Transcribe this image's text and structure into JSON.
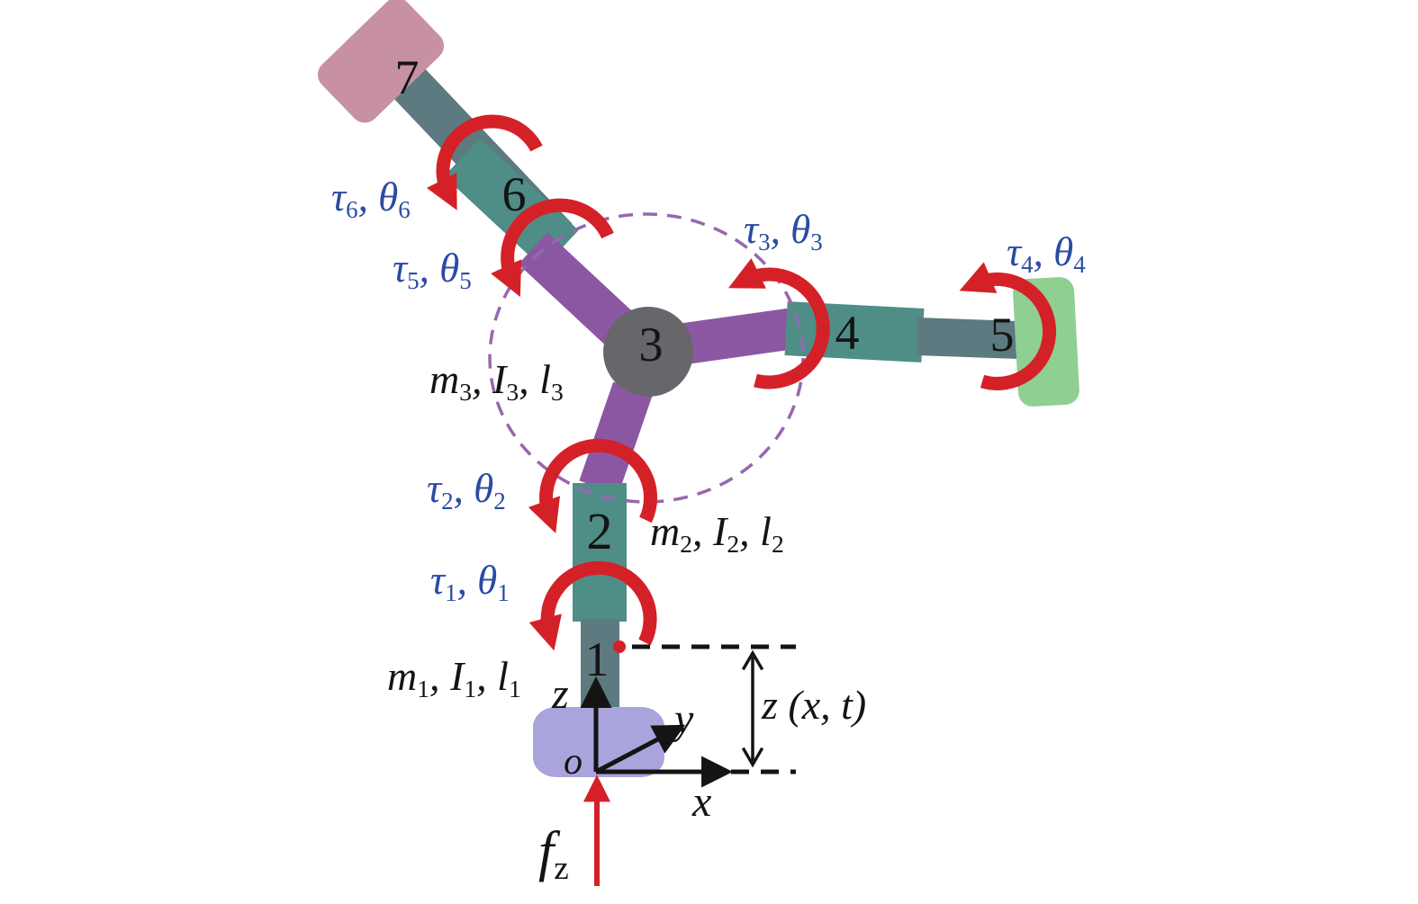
{
  "colors": {
    "link": "#5C7A80",
    "actuator": "#4F8D87",
    "spoke": "#8C57A2",
    "hub": "#67666B",
    "base": "#A9A4DC",
    "mass7": "#C791A3",
    "mass5": "#8FCF92",
    "arrow": "#D42127",
    "blue_text": "#2B4BA3",
    "black_text": "#141414",
    "dash_circle": "#9668AE"
  },
  "link_numbers": {
    "n1": "1",
    "n2": "2",
    "n3": "3",
    "n4": "4",
    "n5": "5",
    "n6": "6",
    "n7": "7"
  },
  "joint_labels": {
    "j1": {
      "p0": "τ",
      "s0": "1",
      "p1": ", θ",
      "s1": "1"
    },
    "j2": {
      "p0": "τ",
      "s0": "2",
      "p1": ", θ",
      "s1": "2"
    },
    "j3": {
      "p0": "τ",
      "s0": "3",
      "p1": ", θ",
      "s1": "3"
    },
    "j4": {
      "p0": "τ",
      "s0": "4",
      "p1": ", θ",
      "s1": "4"
    },
    "j5": {
      "p0": "τ",
      "s0": "5",
      "p1": ", θ",
      "s1": "5"
    },
    "j6": {
      "p0": "τ",
      "s0": "6",
      "p1": ", θ",
      "s1": "6"
    }
  },
  "mass_labels": {
    "m1": {
      "p0": "m",
      "s0": "1",
      "p1": ", I",
      "s1": "1",
      "p2": ", l",
      "s2": "1"
    },
    "m2": {
      "p0": "m",
      "s0": "2",
      "p1": ", I",
      "s1": "2",
      "p2": ", l",
      "s2": "2"
    },
    "m3": {
      "p0": "m",
      "s0": "3",
      "p1": ", I",
      "s1": "3",
      "p2": ", l",
      "s2": "3"
    }
  },
  "axis_labels": {
    "x": "x",
    "y": "y",
    "z": "z",
    "origin": "o"
  },
  "dimension_label": "z (x, t)",
  "force_label": {
    "p0": "f",
    "s0": "z"
  }
}
